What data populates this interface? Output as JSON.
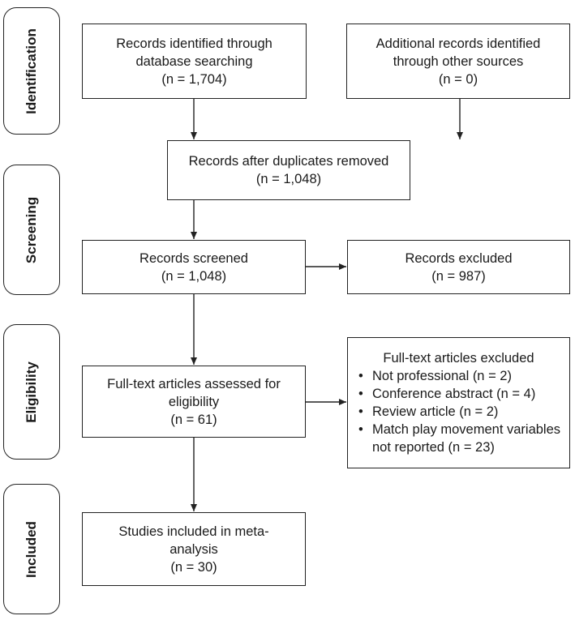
{
  "phases": {
    "identification": "Identification",
    "screening": "Screening",
    "eligibility": "Eligibility",
    "included": "Included"
  },
  "boxes": {
    "database": [
      "Records identified through",
      "database searching",
      "(n = 1,704)"
    ],
    "other": [
      "Additional records identified",
      "through other sources",
      "(n = 0)"
    ],
    "deduplicated": [
      "Records after duplicates removed",
      "(n = 1,048)"
    ],
    "screened": [
      "Records screened",
      "(n = 1,048)"
    ],
    "excluded": [
      "Records excluded",
      "(n = 987)"
    ],
    "fulltext": [
      "Full-text articles assessed for",
      "eligibility",
      "(n = 61)"
    ],
    "fulltext_excluded": {
      "title": "Full-text articles excluded",
      "items": [
        "Not professional (n = 2)",
        "Conference abstract (n = 4)",
        "Review article (n = 2)",
        "Match play movement variables not reported (n = 23)"
      ]
    },
    "included": [
      "Studies included in meta-",
      "analysis",
      "(n = 30)"
    ]
  }
}
